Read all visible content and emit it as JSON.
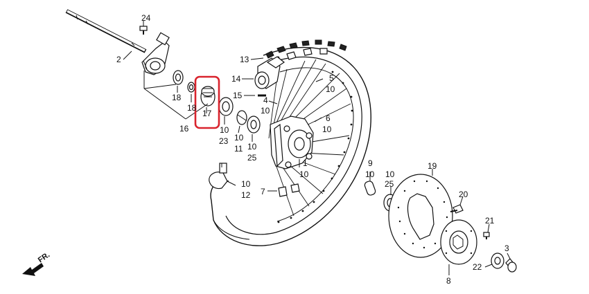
{
  "diagram": {
    "callouts": [
      {
        "id": "c1",
        "text": "1"
      },
      {
        "id": "c2",
        "text": "2"
      },
      {
        "id": "c3",
        "text": "3"
      },
      {
        "id": "c4",
        "text": "4"
      },
      {
        "id": "c5",
        "text": "5"
      },
      {
        "id": "c6",
        "text": "6"
      },
      {
        "id": "c7",
        "text": "7"
      },
      {
        "id": "c8",
        "text": "8"
      },
      {
        "id": "c9",
        "text": "9"
      },
      {
        "id": "c10",
        "text": "10"
      },
      {
        "id": "c11",
        "text": "11"
      },
      {
        "id": "c12",
        "text": "12"
      },
      {
        "id": "c13",
        "text": "13"
      },
      {
        "id": "c14",
        "text": "14"
      },
      {
        "id": "c15",
        "text": "15"
      },
      {
        "id": "c16",
        "text": "16"
      },
      {
        "id": "c17",
        "text": "17"
      },
      {
        "id": "c18",
        "text": "18"
      },
      {
        "id": "c19",
        "text": "19"
      },
      {
        "id": "c20",
        "text": "20"
      },
      {
        "id": "c21",
        "text": "21"
      },
      {
        "id": "c22",
        "text": "22"
      },
      {
        "id": "c23",
        "text": "23"
      },
      {
        "id": "c24",
        "text": "24"
      },
      {
        "id": "c25",
        "text": "25"
      }
    ],
    "direction_label": "FR.",
    "highlight_color": "#d9232d"
  }
}
